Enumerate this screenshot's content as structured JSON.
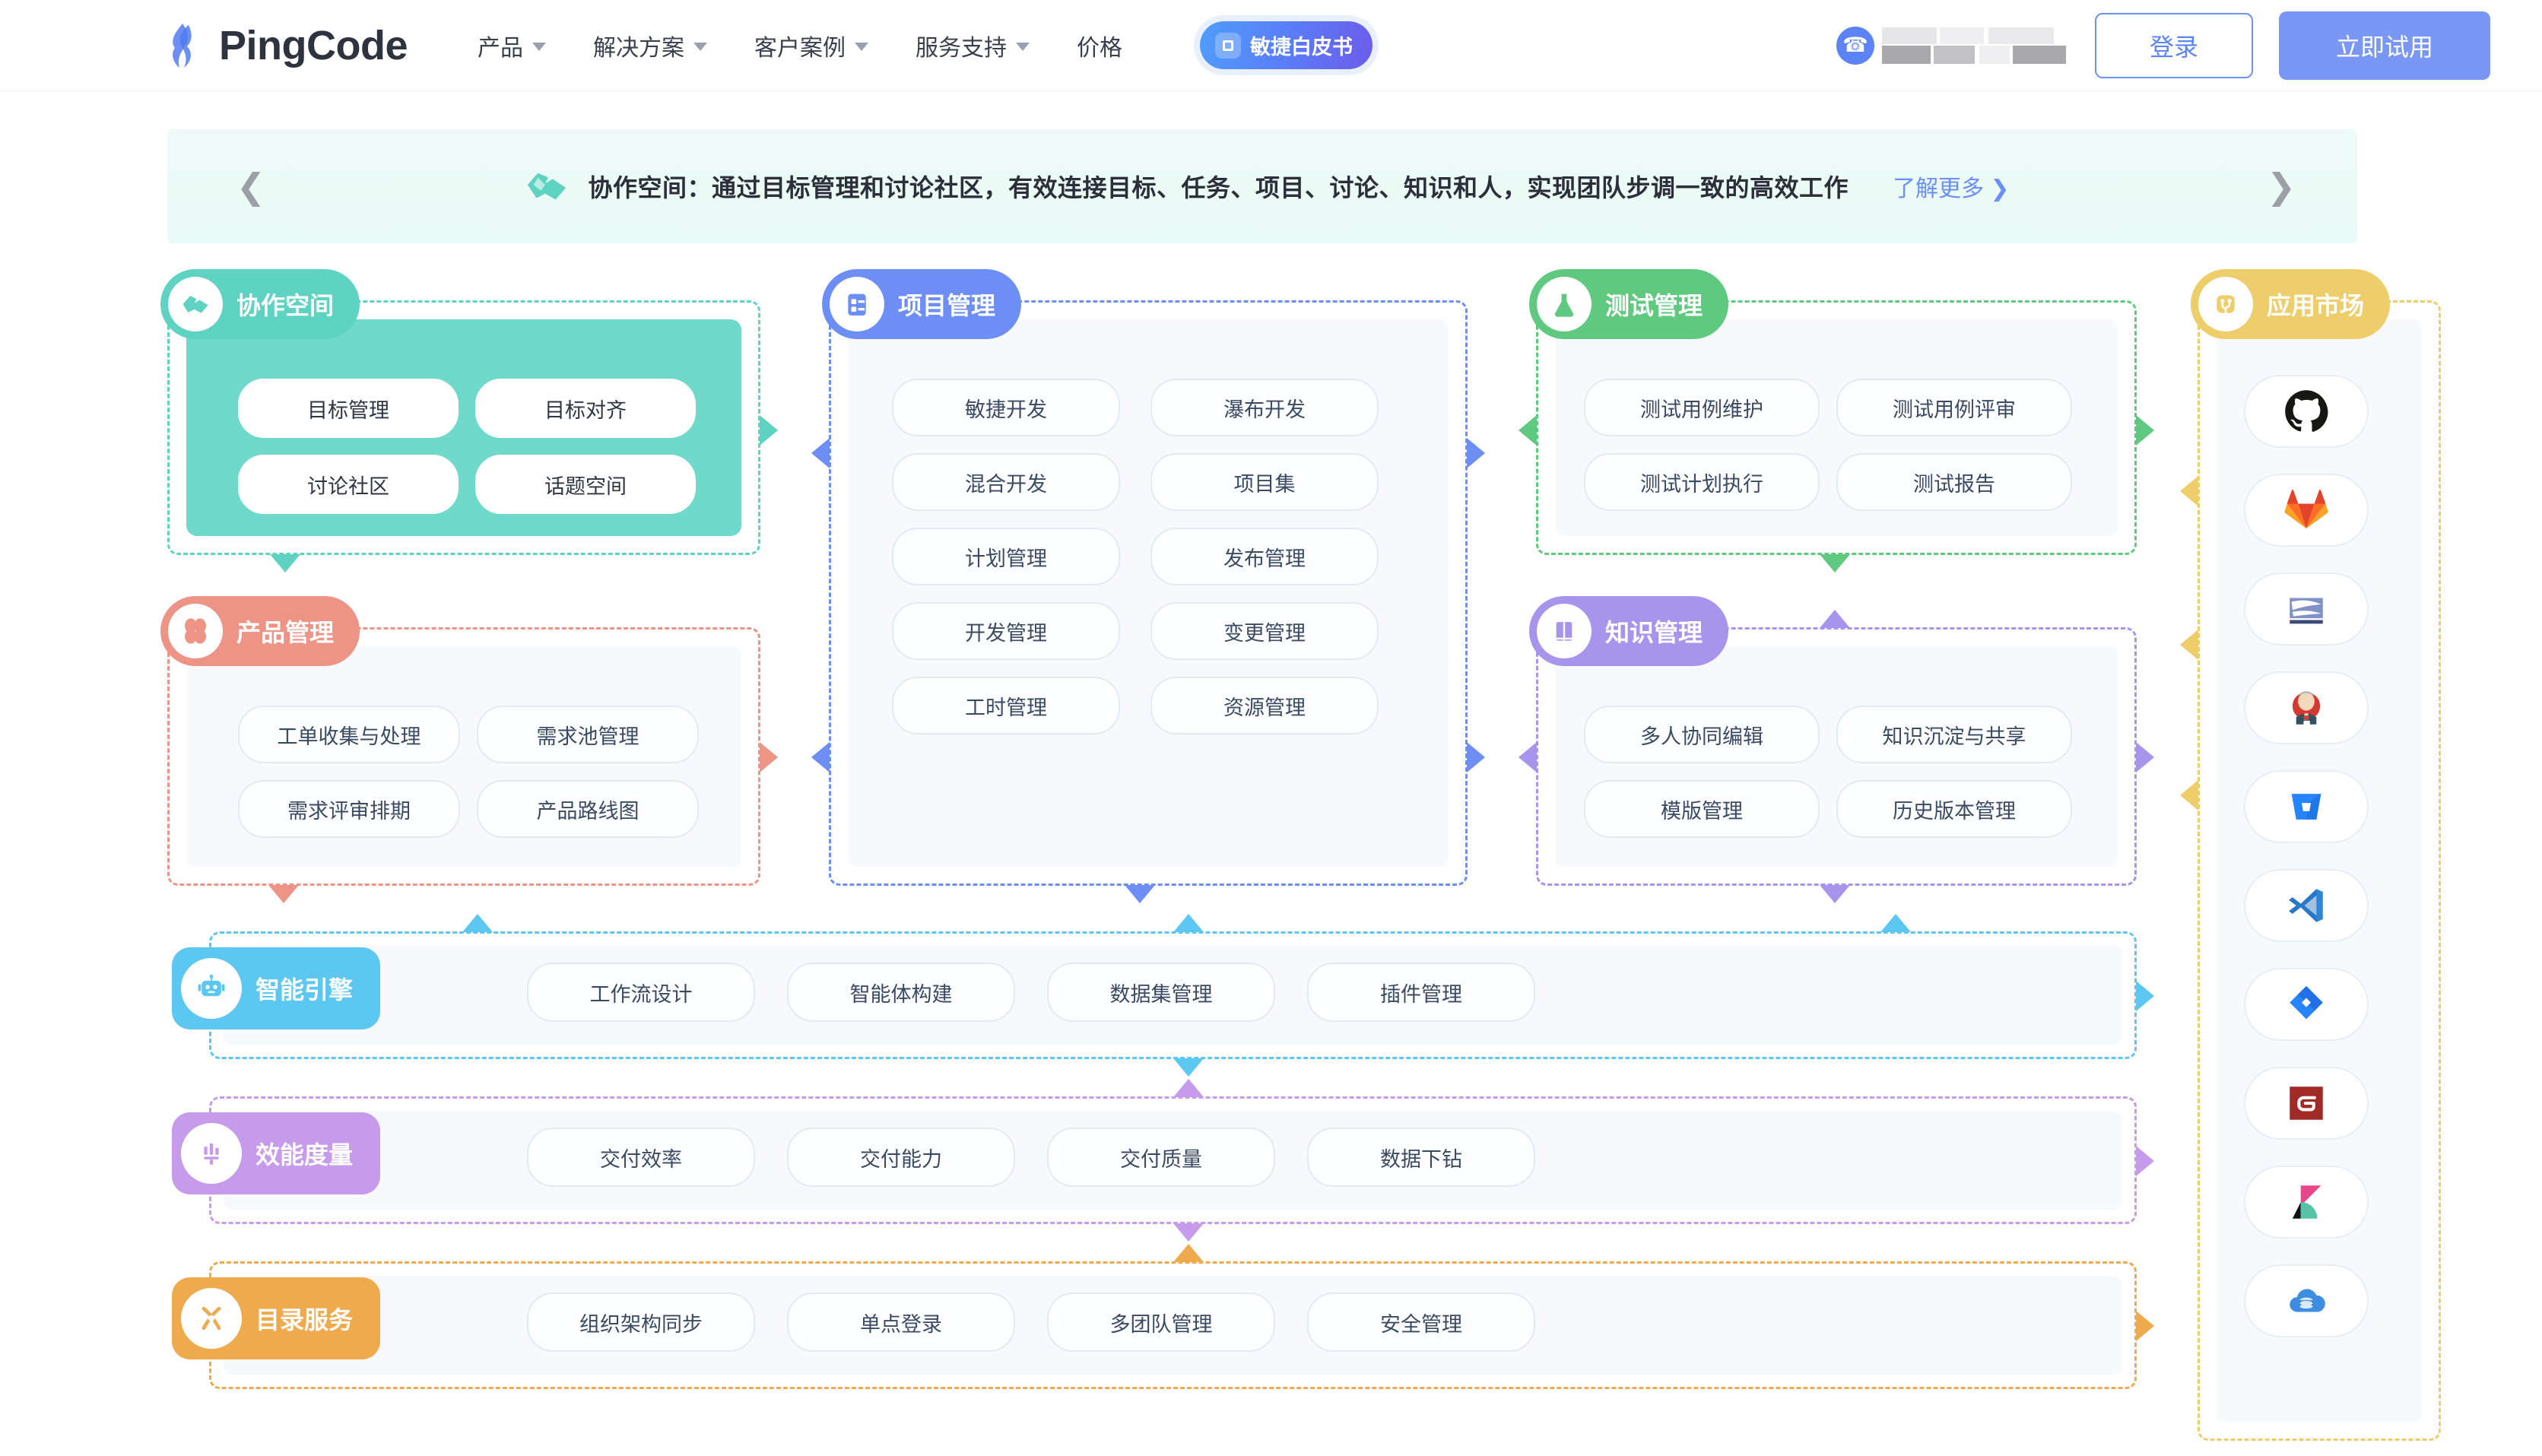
{
  "header": {
    "brand": "PingCode",
    "nav": [
      {
        "label": "产品",
        "caret": "chevron-down-icon"
      },
      {
        "label": "解决方案",
        "caret": "chevron-down-icon"
      },
      {
        "label": "客户案例",
        "caret": "chevron-down-icon"
      },
      {
        "label": "服务支持",
        "caret": "chevron-down-icon"
      },
      {
        "label": "价格",
        "caret": ""
      }
    ],
    "whitepaper_badge": "敏捷白皮书",
    "phone_icon": "phone-icon",
    "phone_number": "",
    "login_label": "登录",
    "trial_label": "立即试用"
  },
  "banner": {
    "prev_icon": "chevron-left-icon",
    "next_icon": "chevron-right-icon",
    "icon": "handshake-icon",
    "text": "协作空间：通过目标管理和讨论社区，有效连接目标、任务、项目、讨论、知识和人，实现团队步调一致的高效工作",
    "more_label": "了解更多 ❯"
  },
  "colors": {
    "teal": "#5fd3c2",
    "salmon": "#ee9486",
    "blue": "#6d8ef4",
    "green": "#5fca7f",
    "purple": "#a795ed",
    "yellow": "#edce6b",
    "cyan": "#5cc8f2",
    "lilac": "#c79bec",
    "orange": "#f0aa4e",
    "chip_text": "#3b4a63"
  },
  "groups": {
    "collab": {
      "title": "协作空间",
      "icon": "handshake-icon",
      "color": "#5fd3c2",
      "filled": true,
      "items": [
        "目标管理",
        "目标对齐",
        "讨论社区",
        "话题空间"
      ]
    },
    "product": {
      "title": "产品管理",
      "icon": "flower-icon",
      "color": "#ee9486",
      "filled": false,
      "items": [
        "工单收集与处理",
        "需求池管理",
        "需求评审排期",
        "产品路线图"
      ]
    },
    "project": {
      "title": "项目管理",
      "icon": "clipboard-check-icon",
      "color": "#6d8ef4",
      "filled": false,
      "items": [
        "敏捷开发",
        "瀑布开发",
        "混合开发",
        "项目集",
        "计划管理",
        "发布管理",
        "开发管理",
        "变更管理",
        "工时管理",
        "资源管理"
      ]
    },
    "test": {
      "title": "测试管理",
      "icon": "flask-icon",
      "color": "#5fca7f",
      "filled": false,
      "items": [
        "测试用例维护",
        "测试用例评审",
        "测试计划执行",
        "测试报告"
      ]
    },
    "knowledge": {
      "title": "知识管理",
      "icon": "book-icon",
      "color": "#a795ed",
      "filled": false,
      "items": [
        "多人协同编辑",
        "知识沉淀与共享",
        "模版管理",
        "历史版本管理"
      ]
    },
    "market": {
      "title": "应用市场",
      "icon": "branch-icon",
      "color": "#edce6b",
      "filled": false,
      "apps": [
        {
          "name": "github-icon"
        },
        {
          "name": "gitlab-icon"
        },
        {
          "name": "subversion-icon"
        },
        {
          "name": "jenkins-icon"
        },
        {
          "name": "bitbucket-icon"
        },
        {
          "name": "vscode-icon"
        },
        {
          "name": "jira-icon"
        },
        {
          "name": "gitee-icon"
        },
        {
          "name": "kibana-icon"
        },
        {
          "name": "cloud-database-icon"
        }
      ]
    },
    "engine": {
      "title": "智能引擎",
      "icon": "robot-icon",
      "color": "#5cc8f2",
      "items": [
        "工作流设计",
        "智能体构建",
        "数据集管理",
        "插件管理"
      ]
    },
    "metrics": {
      "title": "效能度量",
      "icon": "bar-chart-icon",
      "color": "#c79bec",
      "items": [
        "交付效率",
        "交付能力",
        "交付质量",
        "数据下钻"
      ]
    },
    "directory": {
      "title": "目录服务",
      "icon": "scissors-icon",
      "color": "#f0aa4e",
      "items": [
        "组织架构同步",
        "单点登录",
        "多团队管理",
        "安全管理"
      ]
    }
  }
}
